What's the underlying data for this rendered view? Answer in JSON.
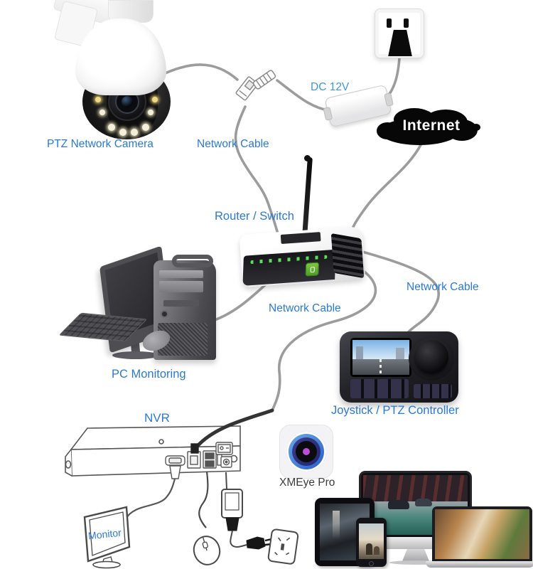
{
  "labels": {
    "ptz_camera": "PTZ Network Camera",
    "network_cable_top": "Network Cable",
    "dc_12v": "DC 12V",
    "internet": "Internet",
    "router": "Router / Switch",
    "network_cable_mid": "Network Cable",
    "network_cable_right": "Network Cable",
    "pc_monitoring": "PC Monitoring",
    "joystick": "Joystick / PTZ Controller",
    "nvr": "NVR",
    "xmeye": "XMEye Pro",
    "monitor": "Monitor"
  },
  "colors": {
    "label_blue": "#2a7ad4",
    "label_light_blue": "#3f97e0",
    "cable_gray": "#9c9c9c",
    "line_art_gray": "#555555",
    "cloud_black": "#070707",
    "router_green": "#5cb040",
    "keypad_purple": "#7a62ff",
    "xmeye_ring_blue": "#2f6fd8"
  }
}
